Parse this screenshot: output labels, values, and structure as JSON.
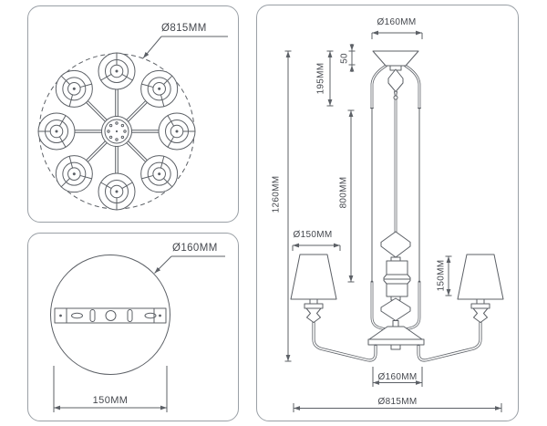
{
  "document": {
    "title": "Chandelier dimensional drawing",
    "background": "#ffffff",
    "line_color": "#5c6066",
    "text_color": "#45484e",
    "panel_border_color": "#9aa0a6"
  },
  "top_view": {
    "labels": {
      "outer_diameter": "Ø815MM"
    }
  },
  "mount_view": {
    "labels": {
      "plate_diameter": "Ø160MM",
      "bracket_width": "150MM"
    }
  },
  "side_view": {
    "labels": {
      "canopy_diameter": "Ø160MM",
      "canopy_height": "50",
      "upper_section_height": "195MM",
      "rod_height": "800MM",
      "total_height": "1260MM",
      "shade_diameter": "Ø150MM",
      "shade_height": "150MM",
      "base_diameter": "Ø160MM",
      "overall_width": "Ø815MM"
    }
  }
}
